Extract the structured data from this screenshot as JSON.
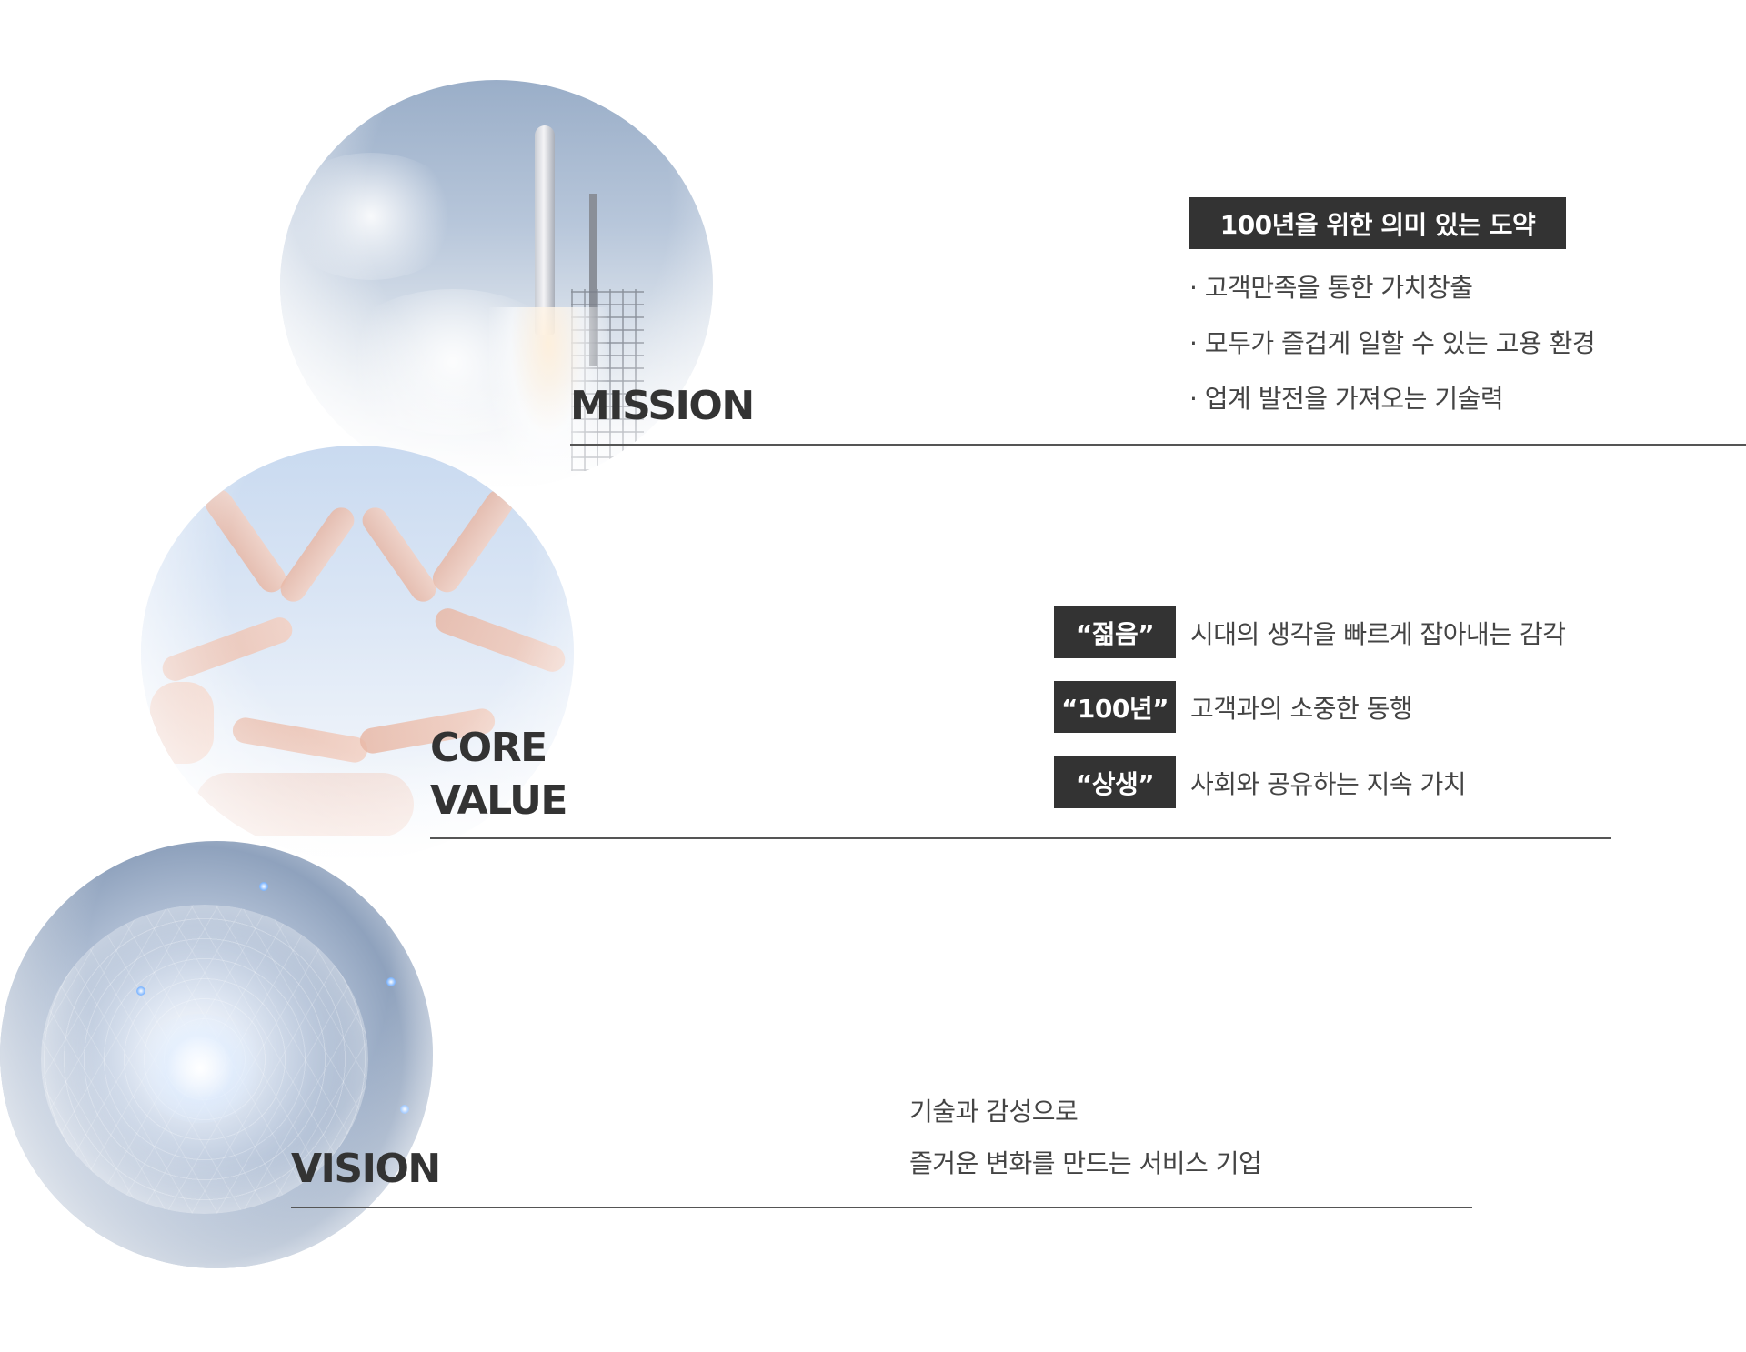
{
  "mission": {
    "title": "MISSION",
    "badge": "100년을 위한 의미 있는 도약",
    "items": [
      "· 고객만족을 통한 가치창출",
      "· 모두가 즐겁게 일할 수 있는 고용 환경",
      "· 업계 발전을 가져오는 기술력"
    ]
  },
  "core_value": {
    "title_line1": "CORE",
    "title_line2": "VALUE",
    "values": [
      {
        "tag": "“젊음”",
        "text": "시대의 생각을 빠르게 잡아내는 감각"
      },
      {
        "tag": "“100년”",
        "text": "고객과의 소중한 동행"
      },
      {
        "tag": "“상생”",
        "text": "사회와 공유하는 지속 가치"
      }
    ]
  },
  "vision": {
    "title": "VISION",
    "line1": "기술과 감성으로",
    "line2": "즐거운 변화를 만드는 서비스 기업"
  },
  "colors": {
    "heading": "#333333",
    "badge_bg": "#333333",
    "badge_text": "#ffffff",
    "body_text": "#444444",
    "rule": "#555555"
  }
}
